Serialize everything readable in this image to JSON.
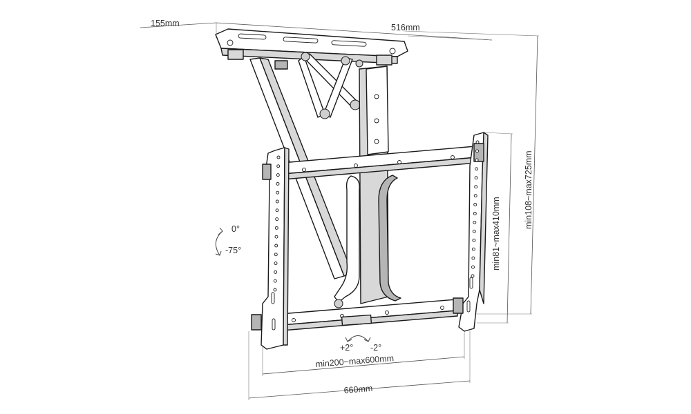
{
  "dimensions": {
    "depth": "155mm",
    "width_top": "516mm",
    "height_total": "min108~max725mm",
    "height_plate": "min81~max410mm",
    "vesa_width": "min200~max600mm",
    "width_total": "660mm"
  },
  "tilt": {
    "top": "0°",
    "bottom": "-75°"
  },
  "level_adjust": {
    "plus": "+2°",
    "minus": "-2°"
  }
}
